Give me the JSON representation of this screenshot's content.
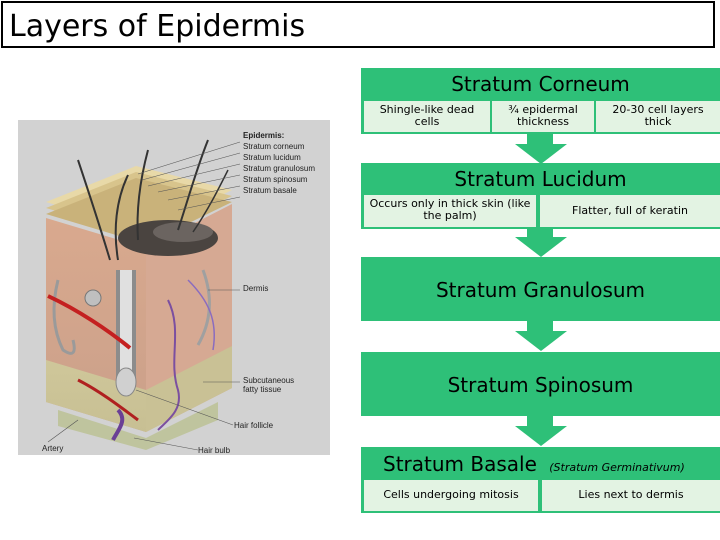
{
  "title": "Layers of Epidermis",
  "illustration": {
    "epidermis_heading": "Epidermis:",
    "layer_labels": [
      "Stratum corneum",
      "Stratum lucidum",
      "Stratum granulosum",
      "Stratum spinosum",
      "Stratum basale"
    ],
    "dermis": "Dermis",
    "subcutaneous_line1": "Subcutaneous",
    "subcutaneous_line2": "fatty tissue",
    "hair_follicle": "Hair follicle",
    "artery": "Artery",
    "hair_bulb": "Hair bulb"
  },
  "layers": {
    "corneum": {
      "name": "Stratum Corneum",
      "facts": [
        "Shingle-like dead cells",
        "¾ epidermal thickness",
        "20-30 cell layers thick"
      ]
    },
    "lucidum": {
      "name": "Stratum Lucidum",
      "facts": [
        "Occurs only in thick skin (like the palm)",
        "Flatter, full of keratin"
      ]
    },
    "granulosum": {
      "name": "Stratum Granulosum"
    },
    "spinosum": {
      "name": "Stratum Spinosum"
    },
    "basale": {
      "name": "Stratum Basale",
      "alt_name": "(Stratum Germinativum)",
      "facts": [
        "Cells undergoing mitosis",
        "Lies next to dermis"
      ]
    }
  },
  "colors": {
    "band": "#2ec078",
    "sub_box": "#e3f3e3",
    "arrow": "#2ec078"
  }
}
